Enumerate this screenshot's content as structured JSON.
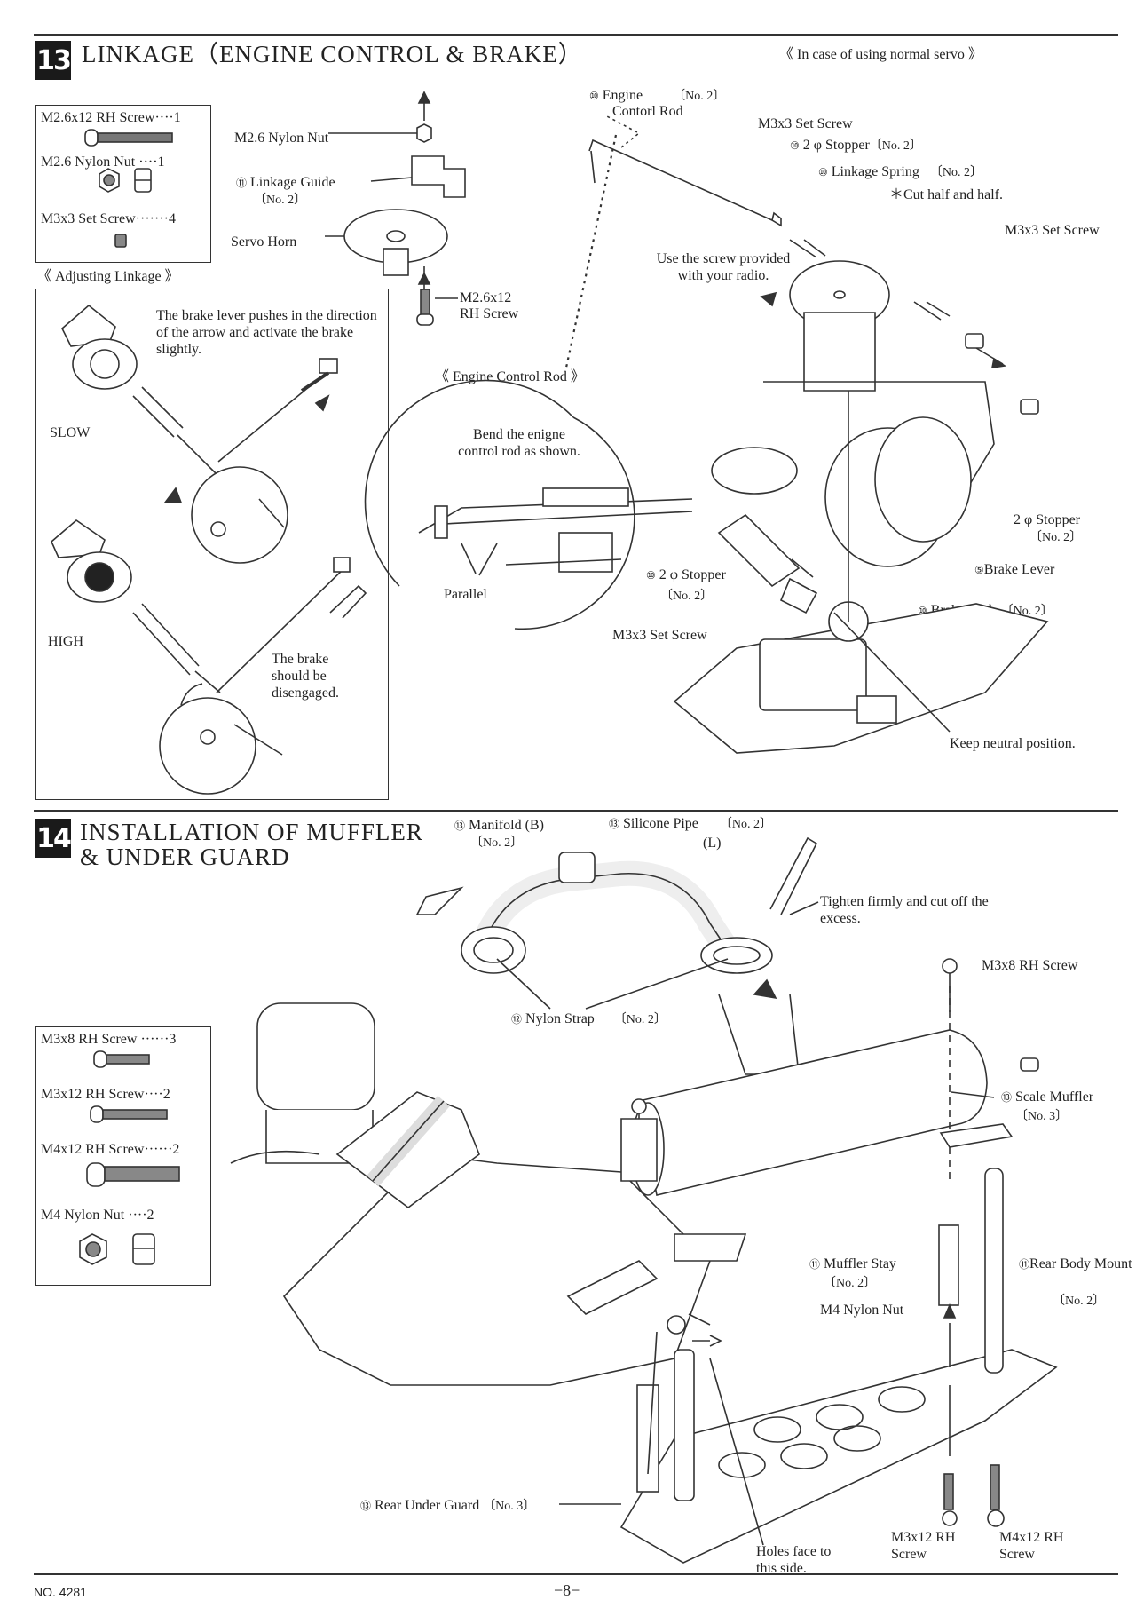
{
  "step13": {
    "number": "13",
    "title": "LINKAGE（ENGINE CONTROL & BRAKE）",
    "note": "《 In case of using normal servo 》",
    "parts_box": [
      {
        "name": "M2.6x12 RH Screw",
        "qty": "1"
      },
      {
        "name": "M2.6 Nylon Nut",
        "qty": "1"
      },
      {
        "name": "M3x3 Set Screw",
        "qty": "4"
      }
    ],
    "adjusting_heading": "《 Adjusting Linkage 》",
    "adjust_slow_text": "The brake lever pushes in the direction of the arrow and activate the brake slightly.",
    "slow_label": "SLOW",
    "high_label": "HIGH",
    "adjust_high_text": "The brake should be disengaged.",
    "horn_labels": {
      "nylon_nut": "M2.6 Nylon Nut",
      "linkage_guide_num": "⑪",
      "linkage_guide": "Linkage Guide",
      "linkage_guide_qty": "〔No. 2〕",
      "servo_horn": "Servo Horn",
      "screw_line1": "M2.6x12",
      "screw_line2": "RH Screw"
    },
    "engine_rod_heading": "《 Engine Control Rod 》",
    "bend_text": "Bend the enigne control rod as shown.",
    "parallel": "Parallel",
    "main_labels": {
      "engine_rod_num": "⑩",
      "engine_rod_line1": "Engine",
      "engine_rod_line2": "Contorl Rod",
      "engine_rod_qty": "〔No. 2〕",
      "set_screw_top": "M3x3 Set Screw",
      "stopper_num": "⑩",
      "stopper": "2 φ Stopper",
      "stopper_qty": "〔No. 2〕",
      "spring_num": "⑩",
      "spring": "Linkage Spring",
      "spring_qty": "〔No. 2〕",
      "cut_half": "＊Cut half and half.",
      "set_screw_right": "M3x3 Set Screw",
      "use_screw": "Use the screw provided with your radio.",
      "stopper_right": "2 φ Stopper",
      "stopper_right_qty": "〔No. 2〕",
      "brake_lever_num": "⑤",
      "brake_lever": "Brake Lever",
      "stopper_low": "2 φ Stopper",
      "stopper_low_qty": "〔No. 2〕",
      "brake_rod_num": "⑩",
      "brake_rod": "Brake Rod",
      "brake_rod_qty": "〔No. 2〕",
      "set_screw_low": "M3x3 Set Screw",
      "keep_neutral": "Keep neutral position."
    }
  },
  "step14": {
    "number": "14",
    "title_line1": "INSTALLATION OF MUFFLER",
    "title_line2": "&  UNDER GUARD",
    "parts_box": [
      {
        "name": "M3x8 RH Screw",
        "qty": "3"
      },
      {
        "name": "M3x12 RH Screw",
        "qty": "2"
      },
      {
        "name": "M4x12 RH Screw",
        "qty": "2"
      },
      {
        "name": "M4 Nylon Nut",
        "qty": "2"
      }
    ],
    "labels": {
      "manifold_num": "⑬",
      "manifold": "Manifold (B)",
      "manifold_qty": "〔No. 2〕",
      "silicone_num": "⑬",
      "silicone": "Silicone Pipe",
      "silicone_sub": "(L)",
      "silicone_qty": "〔No. 2〕",
      "tighten": "Tighten firmly and cut off the excess.",
      "strap_num": "⑫",
      "strap": "Nylon Strap",
      "strap_qty": "〔No. 2〕",
      "m3x8": "M3x8 RH Screw",
      "muffler_num": "⑬",
      "muffler": "Scale Muffler",
      "muffler_qty": "〔No. 3〕",
      "stay_num": "⑪",
      "stay": "Muffler Stay",
      "stay_qty": "〔No. 2〕",
      "m4_nut": "M4 Nylon Nut",
      "body_mount_num": "⑪",
      "body_mount": "Rear Body Mount",
      "body_mount_qty": "〔No. 2〕",
      "under_guard_num": "⑬",
      "under_guard": "Rear Under Guard",
      "under_guard_qty": "〔No. 3〕",
      "holes_face": "Holes face to this side.",
      "m3x12": "M3x12 RH Screw",
      "m4x12": "M4x12 RH Screw"
    }
  },
  "footer": {
    "doc_no": "NO. 4281",
    "page": "−8−"
  }
}
